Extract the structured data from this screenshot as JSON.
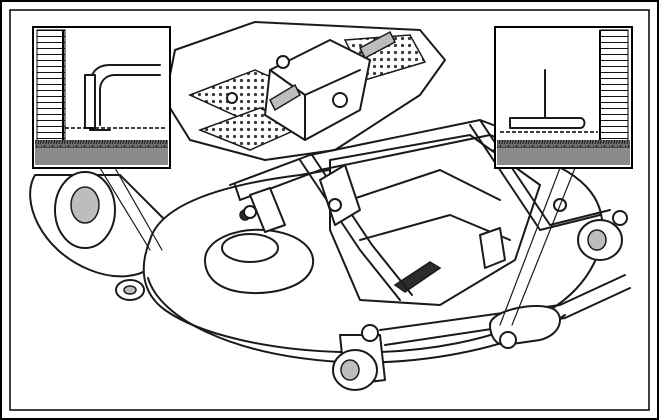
{
  "figure": {
    "border_color": "#000000",
    "background": "#ffffff",
    "insets": [
      {
        "name": "left-inset",
        "depicts": "deck-skirt-raised-above-ground"
      },
      {
        "name": "right-inset",
        "depicts": "deck-skirt-near-ground"
      }
    ]
  }
}
